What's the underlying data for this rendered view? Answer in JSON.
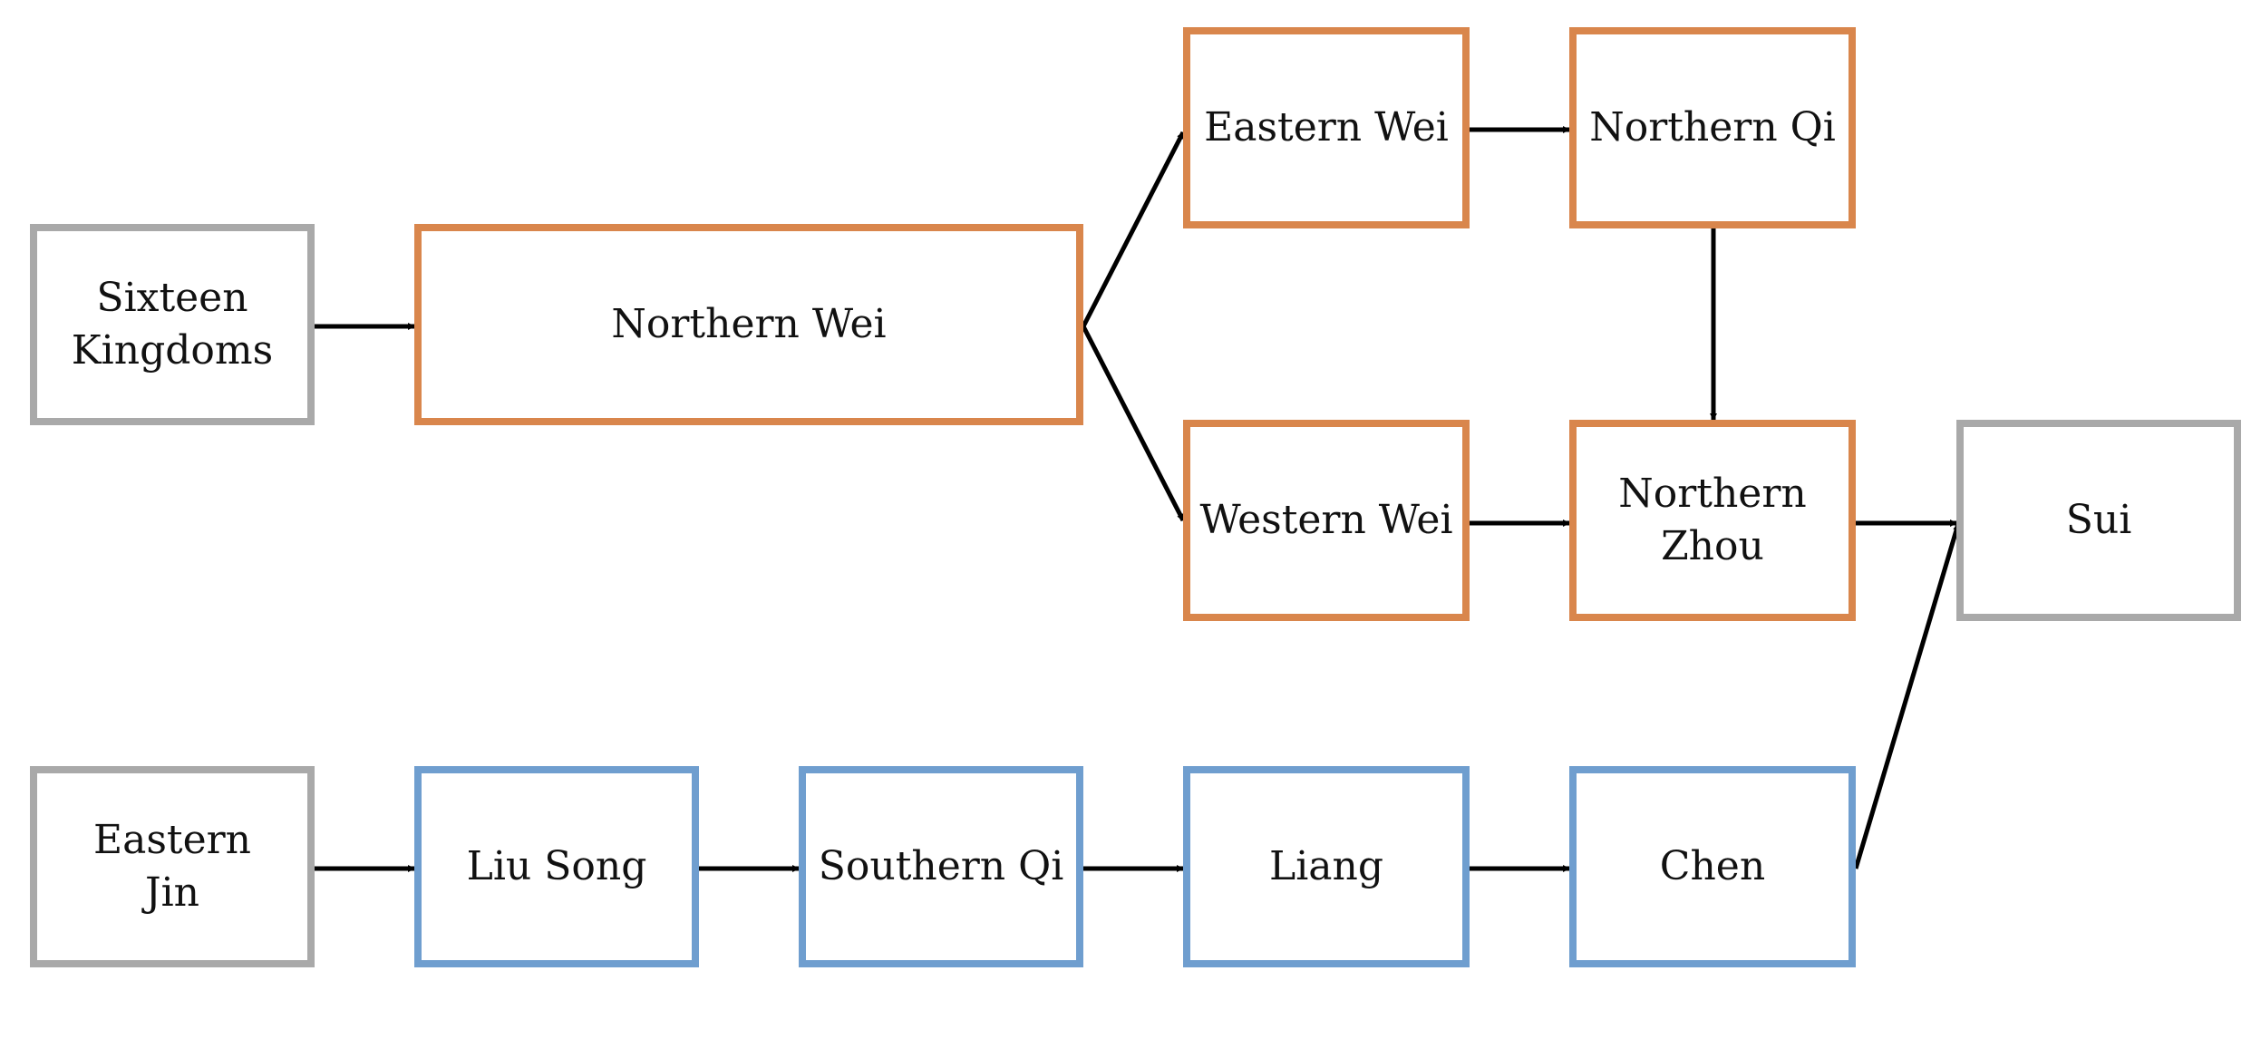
{
  "colors": {
    "northern": "#D9864C",
    "southern": "#6F9ECF",
    "neutral": "#A9A9A9",
    "arrow": "#000000"
  },
  "nodes": {
    "sixteen_kingdoms": {
      "label": "Sixteen\nKingdoms",
      "group": "neutral"
    },
    "northern_wei": {
      "label": "Northern Wei",
      "group": "northern"
    },
    "eastern_wei": {
      "label": "Eastern Wei",
      "group": "northern"
    },
    "northern_qi": {
      "label": "Northern Qi",
      "group": "northern"
    },
    "western_wei": {
      "label": "Western Wei",
      "group": "northern"
    },
    "northern_zhou": {
      "label": "Northern\nZhou",
      "group": "northern"
    },
    "sui": {
      "label": "Sui",
      "group": "neutral"
    },
    "eastern_jin": {
      "label": "Eastern\nJin",
      "group": "neutral"
    },
    "liu_song": {
      "label": "Liu Song",
      "group": "southern"
    },
    "southern_qi": {
      "label": "Southern Qi",
      "group": "southern"
    },
    "liang": {
      "label": "Liang",
      "group": "southern"
    },
    "chen": {
      "label": "Chen",
      "group": "southern"
    }
  },
  "edges": [
    [
      "sixteen_kingdoms",
      "northern_wei"
    ],
    [
      "northern_wei",
      "eastern_wei"
    ],
    [
      "northern_wei",
      "western_wei"
    ],
    [
      "eastern_wei",
      "northern_qi"
    ],
    [
      "northern_qi",
      "northern_zhou"
    ],
    [
      "western_wei",
      "northern_zhou"
    ],
    [
      "northern_zhou",
      "sui"
    ],
    [
      "eastern_jin",
      "liu_song"
    ],
    [
      "liu_song",
      "southern_qi"
    ],
    [
      "southern_qi",
      "liang"
    ],
    [
      "liang",
      "chen"
    ],
    [
      "chen",
      "sui"
    ]
  ]
}
